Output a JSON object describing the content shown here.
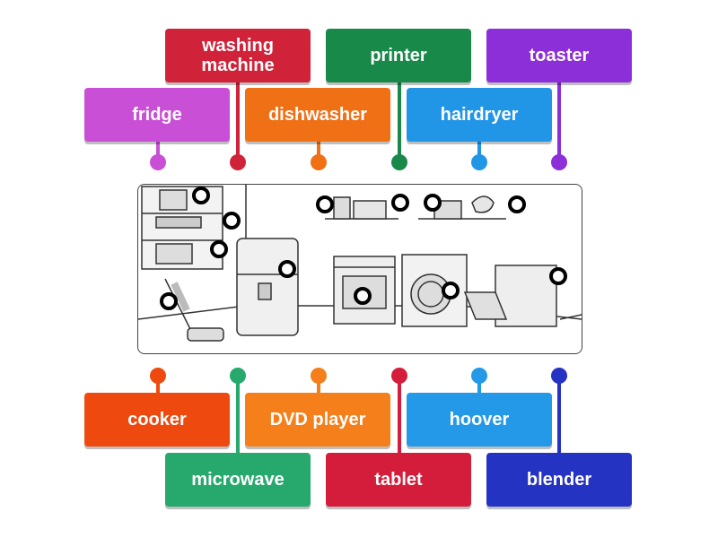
{
  "labels": {
    "washing_machine": "washing machine",
    "printer": "printer",
    "toaster": "toaster",
    "fridge": "fridge",
    "dishwasher": "dishwasher",
    "hairdryer": "hairdryer",
    "cooker": "cooker",
    "dvd_player": "DVD player",
    "hoover": "hoover",
    "microwave": "microwave",
    "tablet": "tablet",
    "blender": "blender"
  },
  "colors": {
    "fridge": "#c94fd6",
    "washing_machine": "#d0233a",
    "dishwasher": "#f07016",
    "printer": "#19894a",
    "hairdryer": "#2296e6",
    "toaster": "#8c2fd8",
    "cooker": "#ee4a0f",
    "microwave": "#27a86d",
    "dvd_player": "#f47f1b",
    "tablet": "#d31d3b",
    "hoover": "#2399e8",
    "blender": "#2533c2"
  }
}
